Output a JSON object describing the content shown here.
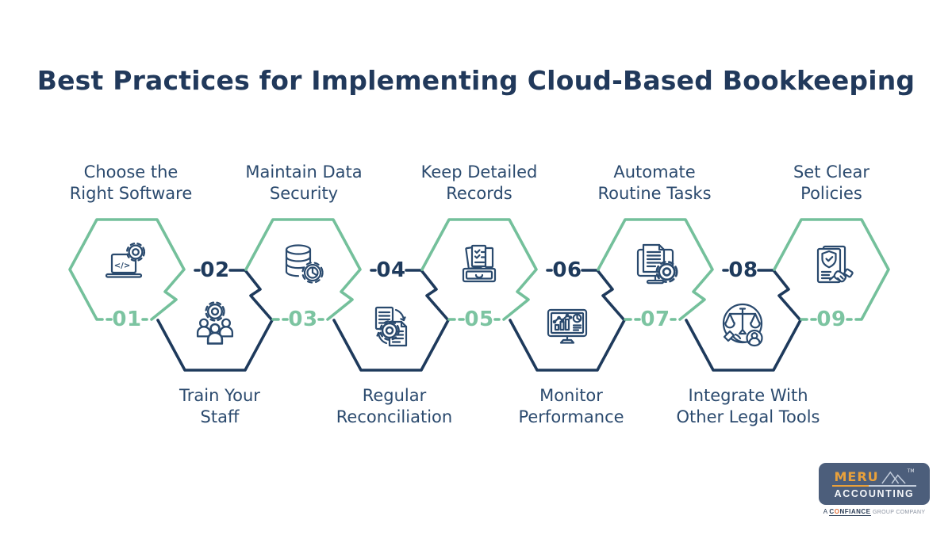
{
  "title": "Best Practices for Implementing Cloud-Based Bookkeeping",
  "steps": [
    {
      "number": "01",
      "label_lines": [
        "Choose the",
        "Right Software"
      ],
      "icon": "laptop-code-gear-icon",
      "icon_text": "</>",
      "row": "top"
    },
    {
      "number": "02",
      "label_lines": [
        "Train Your",
        "Staff"
      ],
      "icon": "team-gear-icon",
      "row": "bottom"
    },
    {
      "number": "03",
      "label_lines": [
        "Maintain Data",
        "Security"
      ],
      "icon": "database-gear-icon",
      "row": "top"
    },
    {
      "number": "04",
      "label_lines": [
        "Regular",
        "Reconciliation"
      ],
      "icon": "documents-sync-gear-icon",
      "row": "bottom"
    },
    {
      "number": "05",
      "label_lines": [
        "Keep Detailed",
        "Records"
      ],
      "icon": "archive-documents-icon",
      "row": "top"
    },
    {
      "number": "06",
      "label_lines": [
        "Monitor",
        "Performance"
      ],
      "icon": "dashboard-monitor-icon",
      "row": "bottom"
    },
    {
      "number": "07",
      "label_lines": [
        "Automate",
        "Routine Tasks"
      ],
      "icon": "monitor-document-gear-icon",
      "row": "top"
    },
    {
      "number": "08",
      "label_lines": [
        "Integrate With",
        "Other Legal Tools"
      ],
      "icon": "scale-hand-person-icon",
      "row": "bottom"
    },
    {
      "number": "09",
      "label_lines": [
        "Set Clear",
        "Policies"
      ],
      "icon": "policy-shield-handshake-icon",
      "row": "top"
    }
  ],
  "colors": {
    "green": "#74c09b",
    "navy": "#1e3a5c",
    "title": "#21395b",
    "icon_stroke": "#2a4a6e",
    "number_green": "#7cc4a1",
    "logo_bg": "#4c5e7b",
    "logo_orange": "#e9a13b"
  },
  "logo": {
    "name": "MERU",
    "word2": "ACCOUNTING",
    "tm": "TM",
    "mountain_icon": "mountain-peaks-icon",
    "tagline_prefix": "A",
    "tagline_c": "C",
    "tagline_o": "O",
    "tagline_rest": "NFIANCE",
    "tagline_suffix": "GROUP COMPANY"
  }
}
